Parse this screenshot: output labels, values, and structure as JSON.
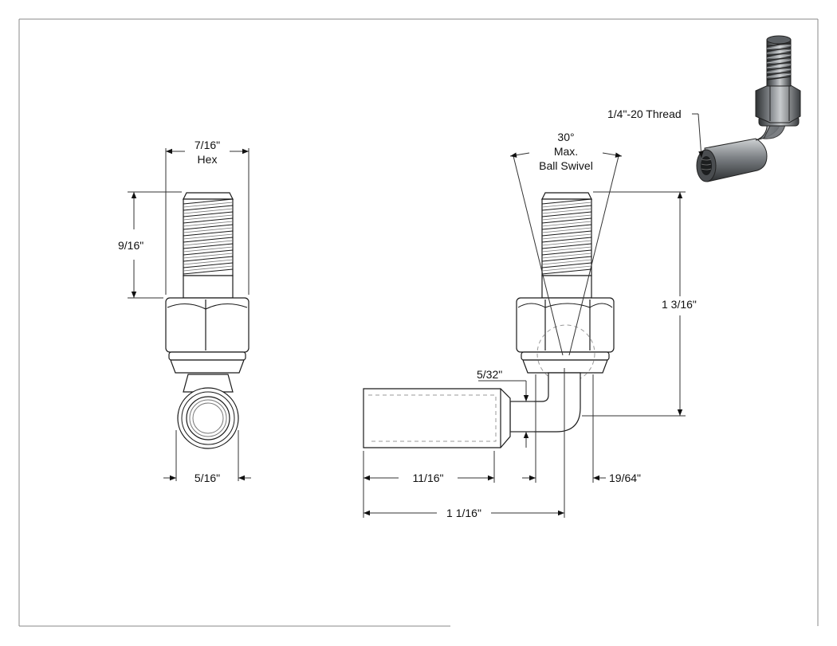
{
  "dimensions": {
    "hex_size": "7/16\"",
    "hex_label": "Hex",
    "thread_length": "9/16\"",
    "eye_width": "5/16\"",
    "swivel_angle": "30°",
    "swivel_max": "Max.",
    "swivel_desc": "Ball Swivel",
    "overall_height": "1 3/16\"",
    "offset": "5/32\"",
    "sleeve_length": "11/16\"",
    "overall_length": "1 1/16\"",
    "body_width": "19/64\""
  },
  "callouts": {
    "thread": "1/4\"-20 Thread"
  },
  "colors": {
    "line": "#1a1a1a",
    "dim_line": "#333333",
    "dashed": "#9a9a9a",
    "render_dark": "#3b3e40",
    "render_mid": "#6e7276",
    "render_light": "#c9ccce"
  }
}
